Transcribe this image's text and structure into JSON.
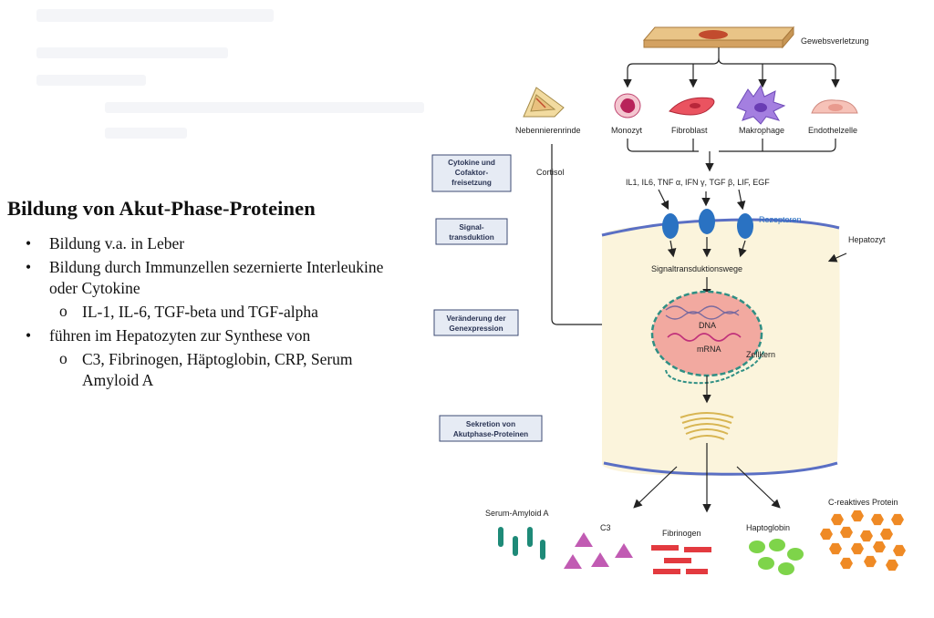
{
  "left": {
    "heading": "Bildung von Akut-Phase-Proteinen",
    "bullet1": "Bildung v.a. in Leber",
    "bullet2": "Bildung durch Immunzellen sezernierte Interleukine oder Cytokine",
    "sub1": "IL-1, IL-6, TGF-beta und TGF-alpha",
    "bullet3": "führen im Hepatozyten zur Synthese von",
    "sub2": "C3, Fibrinogen, Häptoglobin, CRP, Serum Amyloid A"
  },
  "diagram": {
    "injury": "Gewebsverletzung",
    "adrenal": "Nebennierenrinde",
    "cells": [
      "Monozyt",
      "Fibroblast",
      "Makrophage",
      "Endothelzelle"
    ],
    "cortisol": "Cortisol",
    "cytokines": "IL1, IL6, TNF α, IFN γ, TGF β,  LIF,  EGF",
    "receptors": "Rezeptoren",
    "hepatocyte": "Hepatozyt",
    "pathways": "Signaltransduktionswege",
    "dna": "DNA",
    "mrna": "mRNA",
    "nucleus": "Zellkern",
    "side": {
      "box1": [
        "Cytokine und",
        "Cofaktor-",
        "freisetzung"
      ],
      "box2": [
        "Signal-",
        "transduktion"
      ],
      "box3": [
        "Veränderung der",
        "Genexpression"
      ],
      "box4": [
        "Sekretion von",
        "Akutphase-Proteinen"
      ]
    },
    "proteins": [
      "Serum-Amyloid A",
      "C3",
      "Fibrinogen",
      "Haptoglobin",
      "C-reaktives Protein"
    ],
    "colors": {
      "cell_membrane": "#5a6fc4",
      "receptor": "#2a72c2",
      "nucleus": "#f2a9a0",
      "saa": "#1e8a78",
      "c3": "#c15bb3",
      "fibrinogen": "#e33a3f",
      "haptoglobin": "#7ed44a",
      "crp": "#ef8a25"
    }
  }
}
